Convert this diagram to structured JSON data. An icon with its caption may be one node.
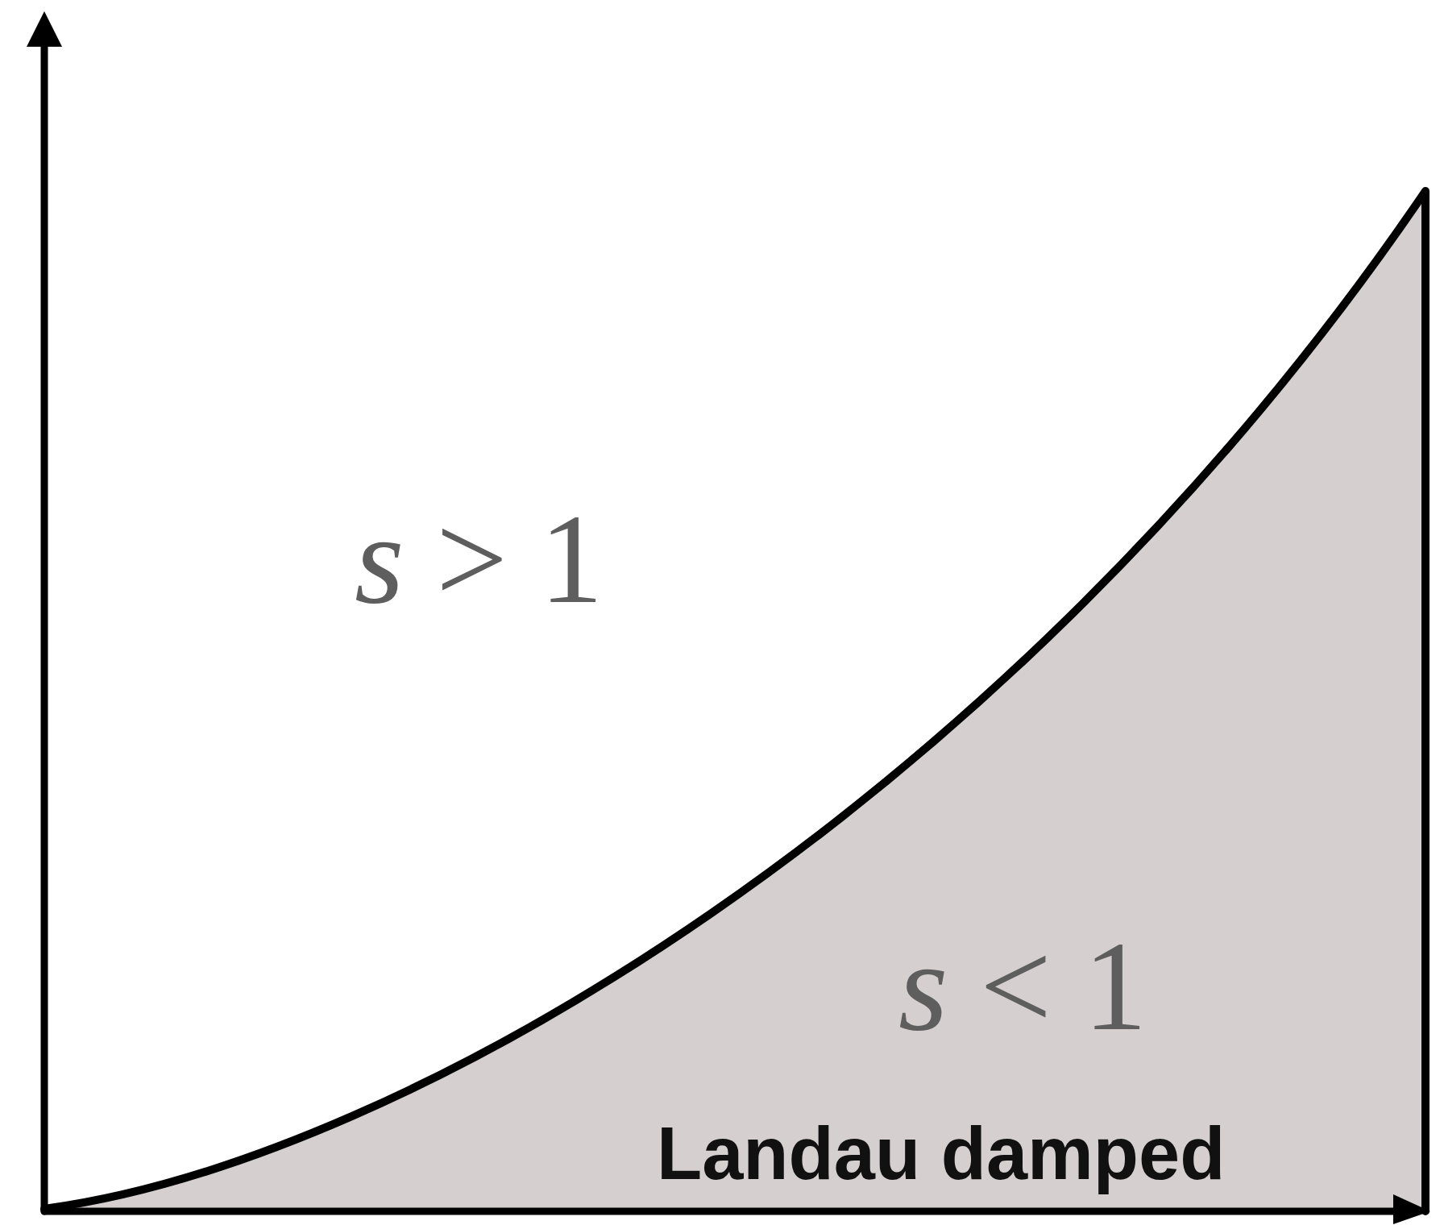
{
  "diagram": {
    "labels": [
      "*s* > 1",
      "*s* < 1",
      "Landau damped"
    ]
  }
}
